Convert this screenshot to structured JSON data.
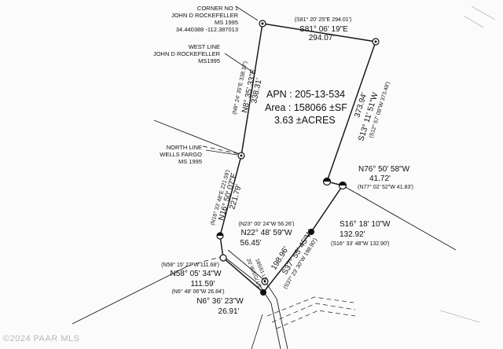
{
  "parcel": {
    "apn": "APN : 205-13-534",
    "area": "Area : 158066 ±SF",
    "acres": "3.63 ±ACRES"
  },
  "callouts": {
    "corner_1": "CORNER NO 1",
    "corner_2": "JOHN D ROCKEFELLER",
    "corner_3": "MS 1995",
    "corner_4": "34.440388 -112.387013",
    "west_1": "WEST LINE",
    "west_2": "JOHN D ROCKEFELLER",
    "west_3": "MS1995",
    "north_1": "NORTH LINE",
    "north_2": "WELLS FARGO",
    "north_3": "MS 1995",
    "road": "20' IE/EG/ LS",
    "road_2": "185/61 LS"
  },
  "courses": {
    "top_record": "(S81° 20' 25\"E 294.01')",
    "top_bearing": "S81° 06' 19\"E",
    "top_distance": "294.07'",
    "right_distance": "373.94'",
    "right_bearing": "S13° 11' 51\"W",
    "right_record": "(S12° 57' 08\"W 373.48')",
    "notch_bearing": "N76° 50' 58\"W",
    "notch_distance": "41.72'",
    "notch_record": "(N77° 02' 52\"W 41.83')",
    "s16_bearing": "S16° 18' 10\"W",
    "s16_distance": "132.92'",
    "s16_record": "(S16° 33' 48\"W 132.90')",
    "s37_distance": "198.96'",
    "s37_bearing": "S37° 55' 45\"W",
    "s37_record": "(S37° 23' 30\"W 198.90')",
    "n8_record": "(N8° 24' 35\"E 338.37')",
    "n8_bearing": "N8° 35' 33\"E",
    "n8_distance": "338.31'",
    "n16_record": "(N16° 33' 48\"E 221.59')",
    "n16_bearing": "N16° 50' 07\"E",
    "n16_distance": "221.79'",
    "n22_record": "(N23° 00' 24\"W 56.26')",
    "n22_bearing": "N22° 48' 59\"W",
    "n22_distance": "56.45'",
    "n58_record": "(N58° 15' 27\"W 111.68')",
    "n58_bearing": "N58° 05' 34\"W",
    "n58_distance": "111.59'",
    "n6_record": "(N6° 48' 06\"W 26.84')",
    "n6_bearing": "N6° 36' 23\"W",
    "n6_distance": "26.91'"
  },
  "watermark": "©2024 PAAR MLS"
}
